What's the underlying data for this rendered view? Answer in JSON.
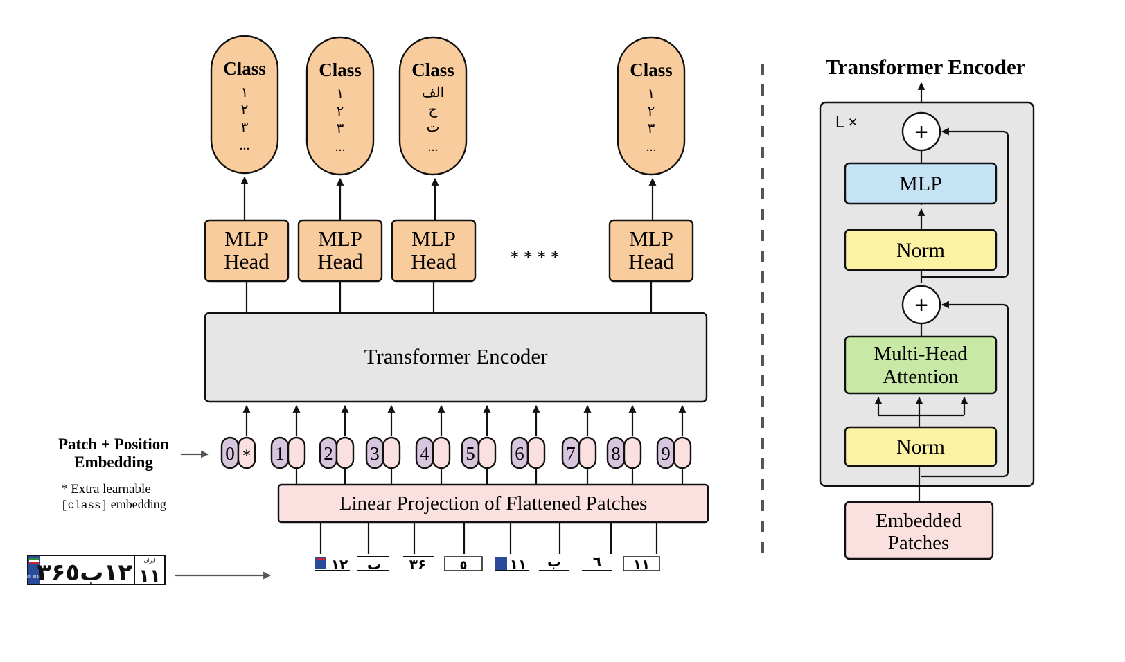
{
  "colors": {
    "orange": "#f9cc9d",
    "gray": "#e6e6e6",
    "pink": "#fbe0e0",
    "purple": "#d7c6de",
    "blue": "#c5e3f5",
    "yellow": "#fbf2a4",
    "green": "#c8e8a5"
  },
  "classes": [
    {
      "title": "Class",
      "lines": [
        "١",
        "٢",
        "٣",
        "..."
      ]
    },
    {
      "title": "Class",
      "lines": [
        "١",
        "٢",
        "٣",
        "..."
      ]
    },
    {
      "title": "Class",
      "lines": [
        "الف",
        "ج",
        "ت",
        "..."
      ]
    },
    {
      "title": "Class",
      "lines": [
        "١",
        "٢",
        "٣",
        "..."
      ]
    }
  ],
  "mlp_head": {
    "line1": "MLP",
    "line2": "Head"
  },
  "ellipsis": "* * * *",
  "transformer_label": "Transformer Encoder",
  "tokens": [
    "0",
    "1",
    "2",
    "3",
    "4",
    "5",
    "6",
    "7",
    "8",
    "9"
  ],
  "class_token_marker": "*",
  "linear_projection_label": "Linear Projection of Flattened Patches",
  "patch_position_label": [
    "Patch + Position",
    "Embedding"
  ],
  "extra_note": {
    "prefix": "* Extra learnable",
    "code": "[class]",
    "suffix": " embedding"
  },
  "plate": {
    "main": "١٢ب٣۶٥",
    "region": "١١",
    "region_header": "ایران",
    "country": "I.R. IRAN"
  },
  "patches": [
    "١٢",
    "ب",
    "٣۶",
    "٥",
    "١١",
    "ب",
    "٦",
    "١١"
  ],
  "detail": {
    "title": "Transformer Encoder",
    "repeat_label": "L ×",
    "plus": "+",
    "mlp": "MLP",
    "norm_top": "Norm",
    "mha": [
      "Multi-Head",
      "Attention"
    ],
    "norm_bottom": "Norm",
    "embedded": [
      "Embedded",
      "Patches"
    ]
  }
}
